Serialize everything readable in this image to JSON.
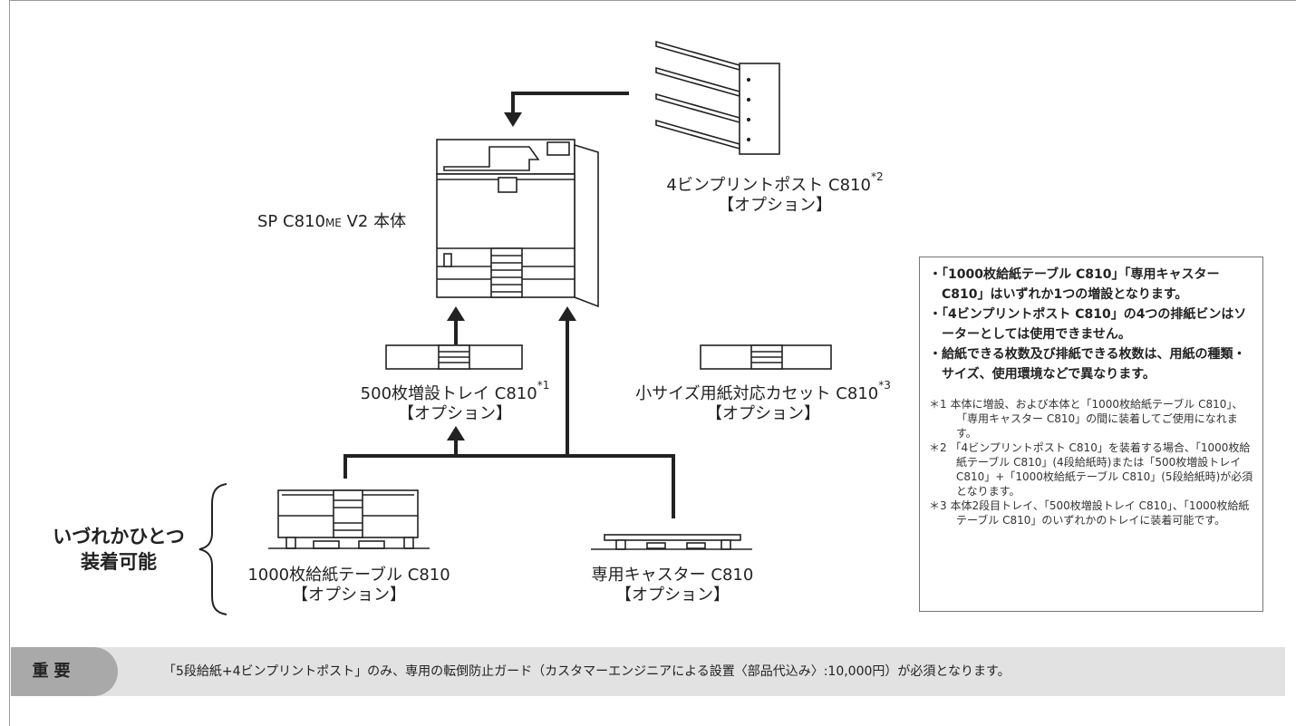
{
  "main_unit": {
    "label_prefix": "SP C810",
    "label_me": "ME",
    "label_suffix": " V2 本体"
  },
  "post": {
    "name": "4ビンプリントポスト C810",
    "mark": "*2",
    "option": "【オプション】"
  },
  "tray500": {
    "name": "500枚増設トレイ C810",
    "mark": "*1",
    "option": "【オプション】"
  },
  "small_cassette": {
    "name": "小サイズ用紙対応カセット C810",
    "mark": "*3",
    "option": "【オプション】"
  },
  "table1000": {
    "name": "1000枚給紙テーブル C810",
    "option": "【オプション】"
  },
  "caster": {
    "name": "専用キャスター C810",
    "option": "【オプション】"
  },
  "group_label": {
    "line1": "いづれかひとつ",
    "line2": "装着可能"
  },
  "notes": [
    "・「1000枚給紙テーブル C810」「専用キャスター C810」はいずれか1つの増設となります。",
    "・「4ビンプリントポスト C810」の4つの排紙ビンはソーターとしては使用できません。",
    "・給紙できる枚数及び排紙できる枚数は、用紙の種類・サイズ、使用環境などで異なります。"
  ],
  "footnotes": [
    "＊1 本体に増設、および本体と「1000枚給紙テーブル C810」、「専用キャスター C810」の間に装着してご使用になれます。",
    "＊2 「4ビンプリントポスト C810」を装着する場合、「1000枚給紙テーブル C810」(4段給紙時)または「500枚増設トレイ C810」+「1000枚給紙テーブル C810」(5段給紙時)が必須となります。",
    "＊3 本体2段目トレイ、「500枚増設トレイ C810」、「1000枚給紙テーブル C810」のいずれかのトレイに装着可能です。"
  ],
  "important": {
    "tag": "重要",
    "text": "「5段給紙+4ビンプリントポスト」のみ、専用の転倒防止ガード（カスタマーエンジニアによる設置〈部品代込み〉:10,000円）が必須となります。"
  }
}
